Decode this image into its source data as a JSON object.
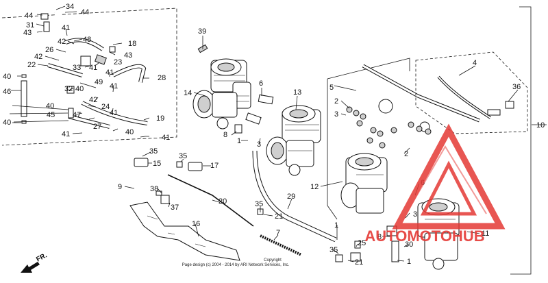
{
  "diagram": {
    "title": "",
    "direction_label": "FR.",
    "copyright_line1": "Copyright",
    "copyright_line2": "Page design (c) 2004 - 2014 by ARI Network Services, Inc.",
    "watermark": {
      "brand_text": "AUTOMOTOHUB",
      "color_red": "#e53935",
      "color_dark": "#3a3a3a"
    },
    "hose_kit_labels": [
      {
        "id": "l34",
        "text": "34"
      },
      {
        "id": "l44a",
        "text": "44"
      },
      {
        "id": "l44b",
        "text": "44"
      },
      {
        "id": "l31",
        "text": "31"
      },
      {
        "id": "l43a",
        "text": "43"
      },
      {
        "id": "l41a",
        "text": "41"
      },
      {
        "id": "l48",
        "text": "48"
      },
      {
        "id": "l18",
        "text": "18"
      },
      {
        "id": "l42a",
        "text": "42"
      },
      {
        "id": "l26",
        "text": "26"
      },
      {
        "id": "l43b",
        "text": "43"
      },
      {
        "id": "l42b",
        "text": "42"
      },
      {
        "id": "l22",
        "text": "22"
      },
      {
        "id": "l33",
        "text": "33"
      },
      {
        "id": "l41b",
        "text": "41"
      },
      {
        "id": "l23",
        "text": "23"
      },
      {
        "id": "l40a",
        "text": "40"
      },
      {
        "id": "l41c",
        "text": "41"
      },
      {
        "id": "l28",
        "text": "28"
      },
      {
        "id": "l46",
        "text": "46"
      },
      {
        "id": "l32",
        "text": "32"
      },
      {
        "id": "l40b",
        "text": "40"
      },
      {
        "id": "l49",
        "text": "49"
      },
      {
        "id": "l41d",
        "text": "41"
      },
      {
        "id": "l40c",
        "text": "40"
      },
      {
        "id": "l42c",
        "text": "42"
      },
      {
        "id": "l24",
        "text": "24"
      },
      {
        "id": "l45",
        "text": "45"
      },
      {
        "id": "l47",
        "text": "47"
      },
      {
        "id": "l41e",
        "text": "41"
      },
      {
        "id": "l19",
        "text": "19"
      },
      {
        "id": "l40d",
        "text": "40"
      },
      {
        "id": "l27",
        "text": "27"
      },
      {
        "id": "l41f",
        "text": "41"
      },
      {
        "id": "l40e",
        "text": "40"
      },
      {
        "id": "l41g",
        "text": "41"
      }
    ],
    "main_labels": [
      {
        "id": "m39",
        "text": "39"
      },
      {
        "id": "m14",
        "text": "14"
      },
      {
        "id": "m6a",
        "text": "6"
      },
      {
        "id": "m13",
        "text": "13"
      },
      {
        "id": "m5",
        "text": "5"
      },
      {
        "id": "m4",
        "text": "4"
      },
      {
        "id": "m36",
        "text": "36"
      },
      {
        "id": "m10",
        "text": "10"
      },
      {
        "id": "m2a",
        "text": "2"
      },
      {
        "id": "m3a",
        "text": "3"
      },
      {
        "id": "m2b",
        "text": "2"
      },
      {
        "id": "m8a",
        "text": "8"
      },
      {
        "id": "m1a",
        "text": "1"
      },
      {
        "id": "m3b",
        "text": "3"
      },
      {
        "id": "m35a",
        "text": "35"
      },
      {
        "id": "m15",
        "text": "15"
      },
      {
        "id": "m35b",
        "text": "35"
      },
      {
        "id": "m17",
        "text": "17"
      },
      {
        "id": "m12",
        "text": "12"
      },
      {
        "id": "m6b",
        "text": "6"
      },
      {
        "id": "m9",
        "text": "9"
      },
      {
        "id": "m38",
        "text": "38"
      },
      {
        "id": "m37",
        "text": "37"
      },
      {
        "id": "m20",
        "text": "20"
      },
      {
        "id": "m29",
        "text": "29"
      },
      {
        "id": "m35c",
        "text": "35"
      },
      {
        "id": "m21a",
        "text": "21"
      },
      {
        "id": "m16",
        "text": "16"
      },
      {
        "id": "m3c",
        "text": "3"
      },
      {
        "id": "m1b",
        "text": "1"
      },
      {
        "id": "m7",
        "text": "7"
      },
      {
        "id": "m8b",
        "text": "8"
      },
      {
        "id": "m25",
        "text": "25"
      },
      {
        "id": "m30",
        "text": "30"
      },
      {
        "id": "m11",
        "text": "11"
      },
      {
        "id": "m35d",
        "text": "35"
      },
      {
        "id": "m21b",
        "text": "21"
      },
      {
        "id": "m1c",
        "text": "1"
      }
    ]
  }
}
